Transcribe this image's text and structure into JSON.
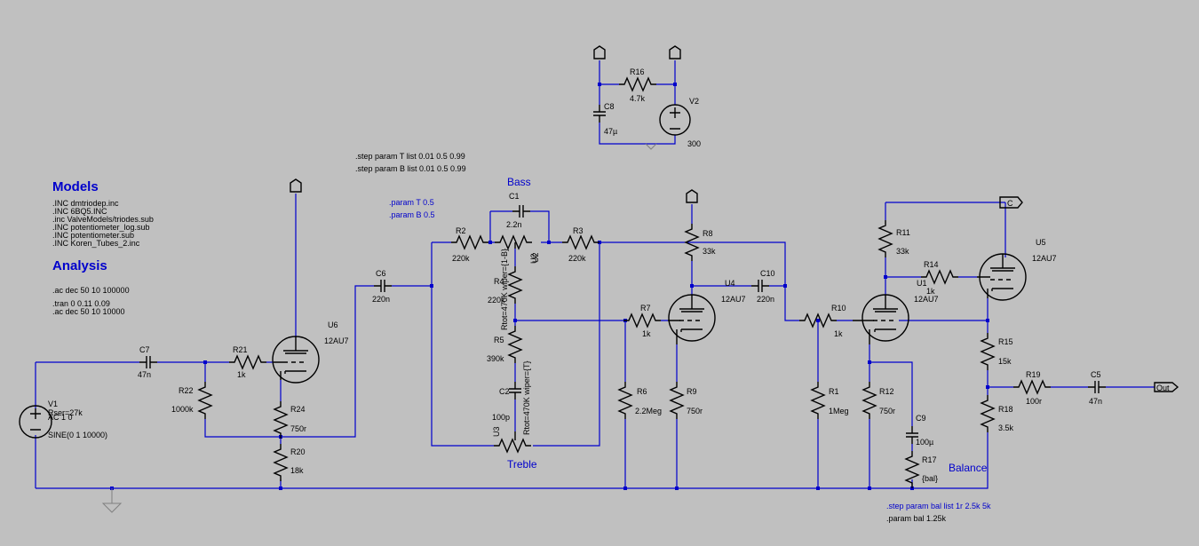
{
  "models_heading": "Models",
  "analysis_heading": "Analysis",
  "includes": [
    ".INC dmtriodep.inc",
    ".INC 6BQ5.INC",
    ".inc ValveModels/triodes.sub",
    ".INC potentiometer_log.sub",
    ".INC potentiometer.sub",
    ".INC Koren_Tubes_2.inc"
  ],
  "include_colors": [
    "#0000cc",
    "#0000cc",
    "#0000cc",
    "#000000",
    "#000000",
    "#000000"
  ],
  "analysis_lines": [
    ".ac dec 50 10 100000",
    ".tran 0 0.11 0.09",
    ".ac dec 50 10 10000"
  ],
  "analysis_colors": [
    "#000000",
    "#0000cc",
    "#0000cc"
  ],
  "step_T": ".step param T list 0.01 0.5 0.99",
  "step_B": ".step param B list 0.01 0.5 0.99",
  "param_T": ".param T 0.5",
  "param_B": ".param B 0.5",
  "step_bal": ".step param bal list 1r 2.5k 5k",
  "param_bal": ".param bal 1.25k",
  "labels": {
    "bass": "Bass",
    "treble": "Treble",
    "balance": "Balance",
    "out": "Out",
    "flag_c": "C"
  },
  "components": [
    {
      "ref": "V1",
      "value": "AC 1 0"
    },
    {
      "ref": "V1_rser",
      "value": "Rser=27k"
    },
    {
      "ref": "V1_sine",
      "value": "SINE(0 1 10000)"
    },
    {
      "ref": "C7",
      "value": "47n"
    },
    {
      "ref": "R21",
      "value": "1k"
    },
    {
      "ref": "R22",
      "value": "1000k"
    },
    {
      "ref": "U6",
      "value": "12AU7"
    },
    {
      "ref": "R24",
      "value": "750r"
    },
    {
      "ref": "R20",
      "value": "18k"
    },
    {
      "ref": "C6",
      "value": "220n"
    },
    {
      "ref": "R2",
      "value": "220k"
    },
    {
      "ref": "C1",
      "value": "2.2n"
    },
    {
      "ref": "U2",
      "value": ""
    },
    {
      "ref": "R3",
      "value": "220k"
    },
    {
      "ref": "R4",
      "value": "220k"
    },
    {
      "ref": "R5",
      "value": "390k"
    },
    {
      "ref": "C2",
      "value": "100p"
    },
    {
      "ref": "U3",
      "value": ""
    },
    {
      "ref": "U2_attr",
      "value": "Rtot=470K wiper={1-B}"
    },
    {
      "ref": "U3_attr",
      "value": "Rtot=470K wiper={T}"
    },
    {
      "ref": "R8",
      "value": "33k"
    },
    {
      "ref": "U4",
      "value": "12AU7"
    },
    {
      "ref": "R7",
      "value": "1k"
    },
    {
      "ref": "R6",
      "value": "2.2Meg"
    },
    {
      "ref": "R9",
      "value": "750r"
    },
    {
      "ref": "C10",
      "value": "220n"
    },
    {
      "ref": "R10",
      "value": "1k"
    },
    {
      "ref": "R1",
      "value": "1Meg"
    },
    {
      "ref": "R11",
      "value": "33k"
    },
    {
      "ref": "R14",
      "value": "1k"
    },
    {
      "ref": "U1",
      "value": "12AU7"
    },
    {
      "ref": "R12",
      "value": "750r"
    },
    {
      "ref": "C9",
      "value": "100µ"
    },
    {
      "ref": "R17",
      "value": "{bal}"
    },
    {
      "ref": "U5",
      "value": "12AU7"
    },
    {
      "ref": "R15",
      "value": "15k"
    },
    {
      "ref": "R18",
      "value": "3.5k"
    },
    {
      "ref": "R19",
      "value": "100r"
    },
    {
      "ref": "C5",
      "value": "47n"
    },
    {
      "ref": "R16",
      "value": "4.7k"
    },
    {
      "ref": "C8",
      "value": "47µ"
    },
    {
      "ref": "V2",
      "value": "300"
    }
  ],
  "colors": {
    "background": "#c0c0c0",
    "wire": "#0000cc",
    "component": "#000000",
    "ground": "#808080"
  }
}
